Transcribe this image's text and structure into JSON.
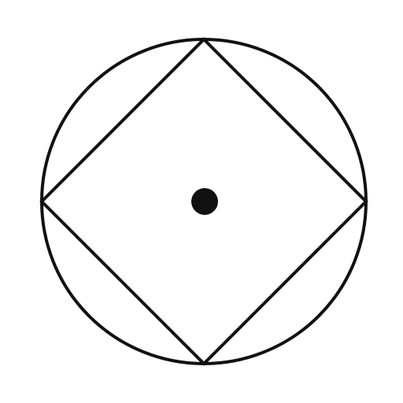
{
  "diagram": {
    "shapes": [
      "circle",
      "inscribed-square",
      "center-point"
    ],
    "colors": {
      "background": "#ffffff",
      "stroke": "#111111",
      "fill": "#111111"
    }
  }
}
